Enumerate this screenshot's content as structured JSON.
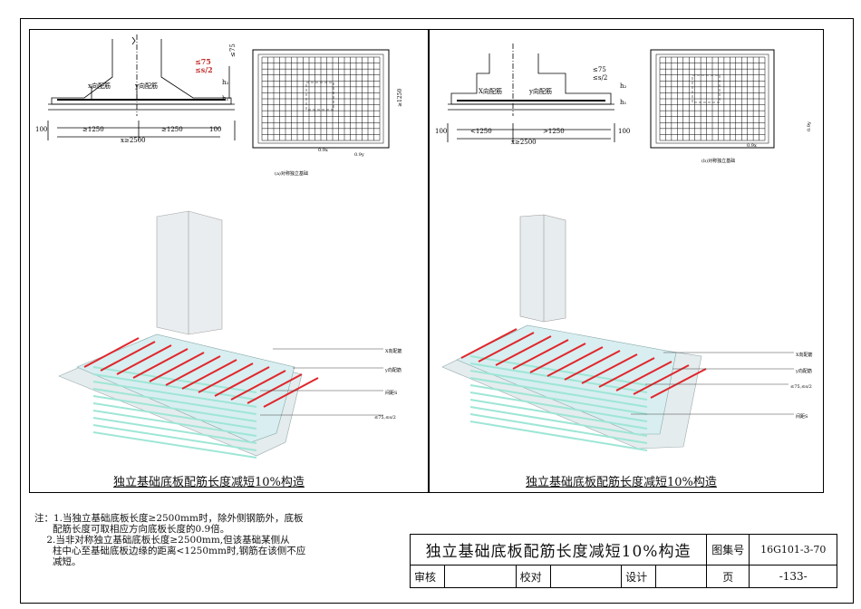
{
  "left": {
    "dim_label_75": "≤75",
    "dim_label_s2": "≤s/2",
    "label_x_rebar": "x向配筋",
    "label_y_rebar": "y向配筋",
    "h1": "h₁",
    "h2": "h₂",
    "dim_100": "100",
    "dim_1250_a": "≥1250",
    "dim_1250_b": "≥1250",
    "dim_total": "x≥2500",
    "plan_caption": "(a)对称独立基础",
    "plan_09x": "0.9x",
    "plan_09y": "0.9y",
    "plan_1250": "≥1250",
    "iso_x": "X向配筋",
    "iso_y": "y向配筋",
    "iso_s": "间距S",
    "iso_75": "≤75,≤s/2",
    "caption": "独立基础底板配筋长度减短10%构造"
  },
  "right": {
    "label_x_rebar": "X向配筋",
    "label_y_rebar": "y向配筋",
    "dim_1250_a": "<1250",
    "dim_1250_b": ">1250",
    "dim_total": "x≥2500",
    "plan_caption": "(b)对称独立基础",
    "iso_x": "X向配筋",
    "iso_y": "y向配筋",
    "iso_75": "≤75,≤s/2",
    "iso_s": "间距S",
    "caption": "独立基础底板配筋长度减短10%构造"
  },
  "notes": "注：1.当独立基础底板长度≥2500mm时，除外侧钢筋外，底板\n      配筋长度可取相应方向底板长度的0.9倍。\n    2.当非对称独立基础底板长度≥2500mm,但该基础某侧从\n      柱中心至基础底板边缘的距离<1250mm时,钢筋在该侧不应\n      减短。",
  "title_block": {
    "title": "独立基础底板配筋长度减短10%构造",
    "atlas_label": "图集号",
    "atlas_no": "16G101-3-70",
    "review": "审核",
    "check": "校对",
    "design": "设计",
    "page_label": "页",
    "page_no": "-133-"
  },
  "colors": {
    "rebar_red": "#e0262b",
    "rebar_cyan": "#9ee6d6",
    "concrete": "#dfe6e8"
  }
}
